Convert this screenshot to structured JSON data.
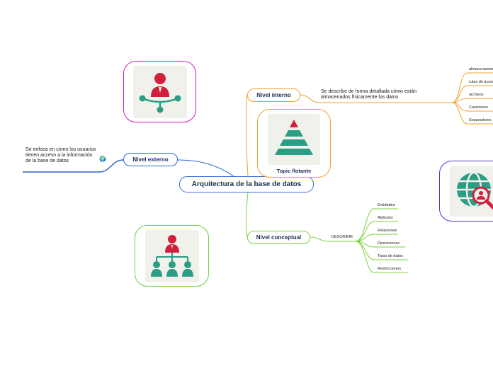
{
  "central": {
    "label": "Arquitectura de la base de datos"
  },
  "nivel_interno": {
    "label": "Nivel interno",
    "note": "Se describe de forma detallada cómo están almacenados físicamente los datos",
    "items": [
      "almacenamiento",
      "rutas de acceso",
      "archivos",
      "Caracteres",
      "Separadores"
    ]
  },
  "nivel_externo": {
    "label": "Nivel externo",
    "note": "Se enfoca en cómo los usuarios tienen acceso a la información de la base de datos",
    "note_icon": "globe-icon"
  },
  "nivel_conceptual": {
    "label": "Nivel conceptual",
    "connector": "DESCRIBIR",
    "items": [
      "Entidades",
      "Atributos",
      "Relaciones",
      "Operaciones",
      "Tipos de datos",
      "Restricciones"
    ]
  },
  "floating_topic": {
    "label": "Topic flotante",
    "icon": "pyramid-icon"
  },
  "images": {
    "pink_card": "user-network-icon",
    "green_card": "hierarchy-users-icon",
    "purple_card": "globe-search-icon"
  },
  "colors": {
    "interno": "#f3a12a",
    "externo": "#2d63d1",
    "conceptual": "#7ad13c",
    "central": "#3a6fd8",
    "image_red": "#d21f3c",
    "image_teal": "#2a9d85"
  }
}
